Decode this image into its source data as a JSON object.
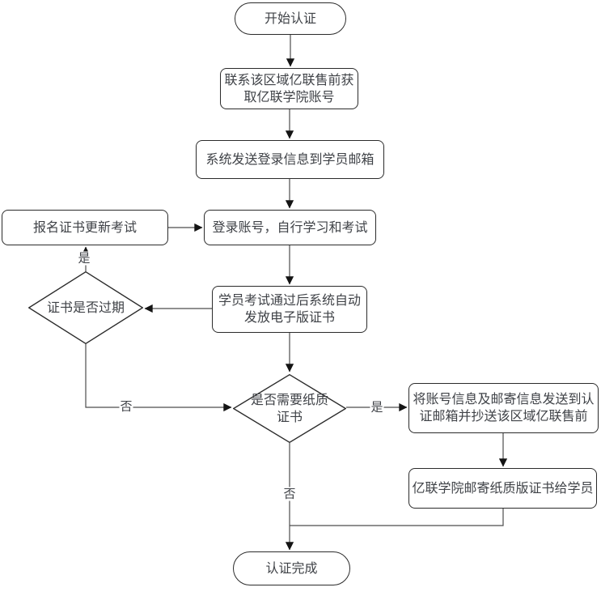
{
  "flowchart": {
    "nodes": {
      "start": {
        "label": "开始认证"
      },
      "contact_presales": {
        "label": "联系该区域亿联售前获\n取亿联学院账号"
      },
      "system_send_login": {
        "label": "系统发送登录信息到学员邮箱"
      },
      "login_study_exam": {
        "label": "登录账号，自行学习和考试"
      },
      "register_renewal_exam": {
        "label": "报名证书更新考试"
      },
      "cert_expired": {
        "label": "证书是否过期"
      },
      "auto_issue_ecert": {
        "label": "学员考试通过后系统自动\n发放电子版证书"
      },
      "need_paper_cert": {
        "label": "是否需要纸质\n证书"
      },
      "send_mailing_info": {
        "label": "将账号信息及邮寄信息发送到认\n证邮箱并抄送该区域亿联售前"
      },
      "mail_paper_cert": {
        "label": "亿联学院邮寄纸质版证书给学员"
      },
      "end": {
        "label": "认证完成"
      }
    },
    "edge_labels": {
      "expired_yes": "是",
      "expired_no": "否",
      "paper_yes": "是",
      "paper_no": "否"
    },
    "colors": {
      "background": "#ffffff",
      "shape_border": "#2b2b2b",
      "connector_line": "#4d4d4d",
      "arrowhead": "#141414",
      "text": "#3f4247"
    }
  }
}
